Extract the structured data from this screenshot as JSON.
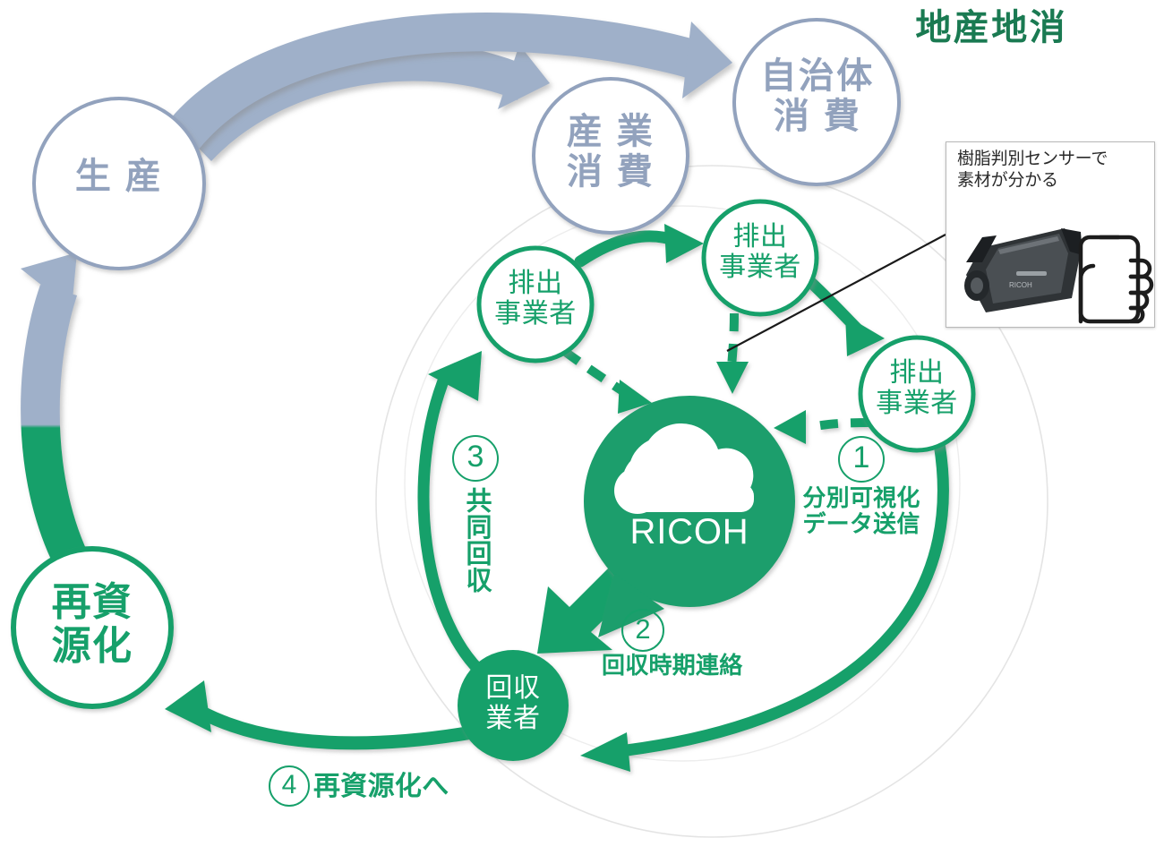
{
  "title": "地産地消",
  "colors": {
    "green": "#16a06a",
    "green_dark": "#1a7a52",
    "gray_blue": "#92a2bd",
    "gray_arrow": "#9fb0c9",
    "faint_circle": "#e2e2e2",
    "white": "#ffffff"
  },
  "outer_cycle": {
    "nodes": [
      {
        "id": "production",
        "label": "生 産",
        "style": "gray-outline"
      },
      {
        "id": "industrial-consumption",
        "label": "産 業\n消 費",
        "style": "gray-outline"
      },
      {
        "id": "municipal-consumption",
        "label": "自治体\n消 費",
        "style": "gray-outline"
      },
      {
        "id": "recycling",
        "label": "再資\n源化",
        "style": "green-outline-bold"
      }
    ]
  },
  "inner_cycle": {
    "nodes": [
      {
        "id": "emitter-1",
        "label": "排出\n事業者",
        "style": "green-outline"
      },
      {
        "id": "emitter-2",
        "label": "排出\n事業者",
        "style": "green-outline"
      },
      {
        "id": "emitter-3",
        "label": "排出\n事業者",
        "style": "green-outline"
      },
      {
        "id": "collector",
        "label": "回収\n業者",
        "style": "green-filled"
      }
    ],
    "hub": {
      "id": "ricoh-cloud",
      "label": "RICOH",
      "icon": "cloud-icon"
    }
  },
  "steps": [
    {
      "num": "①",
      "text": "分別可視化\nデータ送信"
    },
    {
      "num": "②",
      "text": "回収時期連絡"
    },
    {
      "num": "③",
      "text": "共同回収"
    },
    {
      "num": "④",
      "text": "再資源化へ"
    }
  ],
  "sensor_callout": {
    "caption": "樹脂判別センサーで\n素材が分かる",
    "device_icon": "resin-sensor-device-icon",
    "phone_icon": "hand-holding-smartphone-icon"
  }
}
